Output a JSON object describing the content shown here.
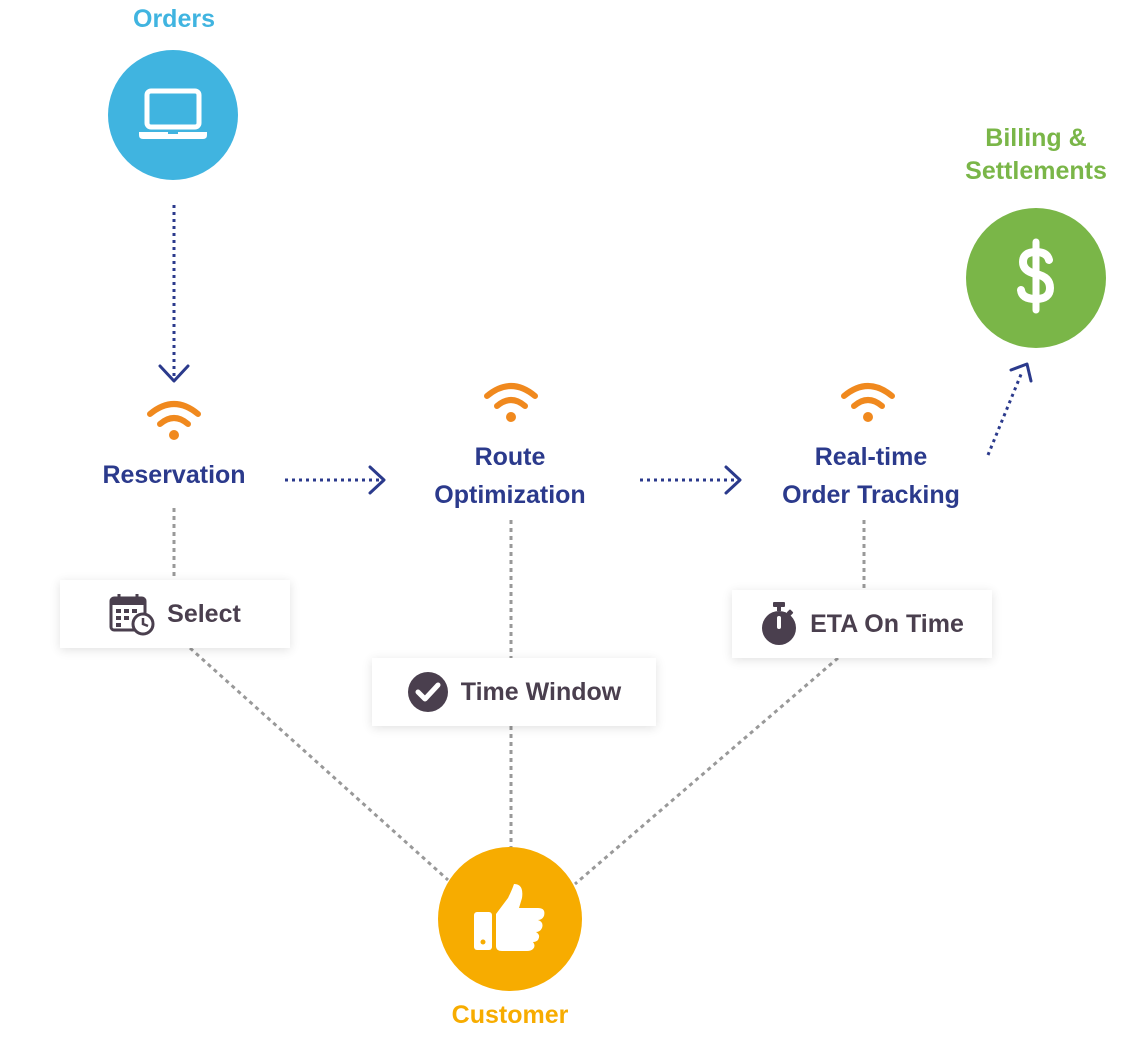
{
  "nodes": {
    "orders": {
      "label": "Orders",
      "icon": "laptop-icon",
      "color": "#40b4e0"
    },
    "billing": {
      "label_line1": "Billing &",
      "label_line2": "Settlements",
      "icon": "dollar-icon",
      "color": "#7ab648"
    },
    "reservation": {
      "label": "Reservation",
      "icon": "wifi-icon"
    },
    "route": {
      "label_line1": "Route",
      "label_line2": "Optimization",
      "icon": "wifi-icon"
    },
    "tracking": {
      "label_line1": "Real-time",
      "label_line2": "Order Tracking",
      "icon": "wifi-icon"
    },
    "customer": {
      "label": "Customer",
      "icon": "thumbs-up-icon",
      "color": "#f7ac00"
    }
  },
  "cards": {
    "select": {
      "label": "Select",
      "icon": "calendar-clock-icon"
    },
    "time_window": {
      "label": "Time Window",
      "icon": "check-circle-icon"
    },
    "eta": {
      "label": "ETA On Time",
      "icon": "stopwatch-icon"
    }
  },
  "colors": {
    "navy": "#2b3a8c",
    "orange": "#f0891e",
    "connector_gray": "#999999",
    "card_text": "#4a3f4e"
  }
}
